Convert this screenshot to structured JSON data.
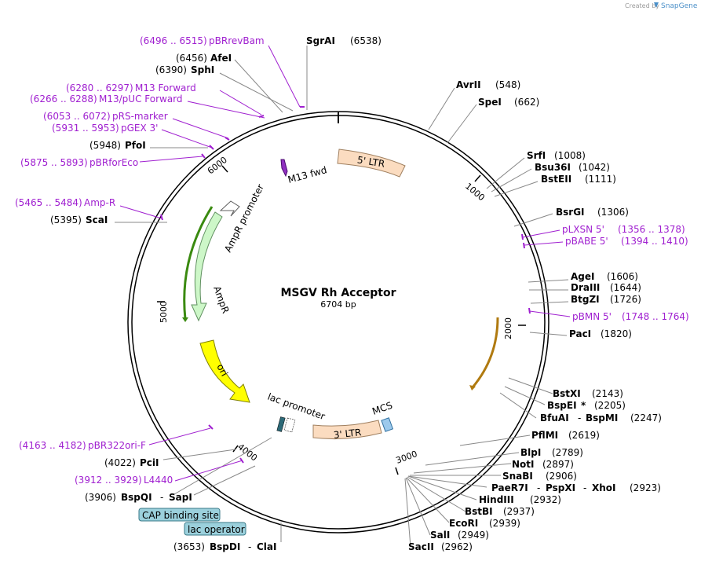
{
  "header": {
    "created_by": "Created by",
    "brand": "SnapGene"
  },
  "map": {
    "title": "MSGV Rh Acceptor",
    "length": "6704 bp"
  },
  "ticks": [
    "1000",
    "2000",
    "3000",
    "4000",
    "5000",
    "6000"
  ],
  "features": {
    "ltr5": "5' LTR",
    "ltr3": "3' LTR",
    "m13fwd": "M13 fwd",
    "ampr_promoter": "AmpR promoter",
    "ampr": "AmpR",
    "ori": "ori",
    "lac_promoter": "lac promoter",
    "mcs": "MCS",
    "cap_site": "CAP binding site",
    "lac_operator": "lac operator"
  },
  "sites": {
    "sgrai": "SgrAI",
    "sgrai_pos": "(6538)",
    "afei": "AfeI",
    "afei_pos": "(6456)",
    "sphi": "SphI",
    "sphi_pos": "(6390)",
    "pfoi": "PfoI",
    "pfoi_pos": "(5948)",
    "scai": "ScaI",
    "scai_pos": "(5395)",
    "pcii": "PciI",
    "pcii_pos": "(4022)",
    "bspqi": "BspQI",
    "bspqi_pos": "(3906)",
    "sapi": "SapI",
    "bspdi": "BspDI",
    "bspdi_pos": "(3653)",
    "clai": "ClaI",
    "avrii": "AvrII",
    "avrii_pos": "(548)",
    "spei": "SpeI",
    "spei_pos": "(662)",
    "srfi": "SrfI",
    "srfi_pos": "(1008)",
    "bsu36i": "Bsu36I",
    "bsu36i_pos": "(1042)",
    "bsteii": "BstEII",
    "bsteii_pos": "(1111)",
    "bsrgi": "BsrGI",
    "bsrgi_pos": "(1306)",
    "agei": "AgeI",
    "agei_pos": "(1606)",
    "draiii": "DraIII",
    "draiii_pos": "(1644)",
    "btgzi": "BtgZI",
    "btgzi_pos": "(1726)",
    "paci": "PacI",
    "paci_pos": "(1820)",
    "bstxi": "BstXI",
    "bstxi_pos": "(2143)",
    "bspei": "BspEI",
    "bspei_star": "*",
    "bspei_pos": "(2205)",
    "bfuai": "BfuAI",
    "bspmi": "BspMI",
    "bfuai_pos": "(2247)",
    "pflmi": "PflMI",
    "pflmi_pos": "(2619)",
    "blpi": "BlpI",
    "blpi_pos": "(2789)",
    "noti": "NotI",
    "noti_pos": "(2897)",
    "snabi": "SnaBI",
    "snabi_pos": "(2906)",
    "paer7i": "PaeR7I",
    "pspxi": "PspXI",
    "xhoi": "XhoI",
    "paer7i_pos": "(2923)",
    "hindiii": "HindIII",
    "hindiii_pos": "(2932)",
    "bstbi": "BstBI",
    "bstbi_pos": "(2937)",
    "ecori": "EcoRI",
    "ecori_pos": "(2939)",
    "sali": "SalI",
    "sali_pos": "(2949)",
    "sacii": "SacII",
    "sacii_pos": "(2962)",
    "dash": "-"
  },
  "primers": {
    "pbrrevbam_range": "(6496 .. 6515)",
    "pbrrevbam": "pBRrevBam",
    "m13fwd_range": "(6280 .. 6297)",
    "m13fwd": "M13 Forward",
    "m13puc_range": "(6266 .. 6288)",
    "m13puc": "M13/pUC Forward",
    "prs_range": "(6053 .. 6072)",
    "prs": "pRS-marker",
    "pgex_range": "(5931 .. 5953)",
    "pgex": "pGEX 3'",
    "pbrfor_range": "(5875 .. 5893)",
    "pbrfor": "pBRforEco",
    "ampr_range": "(5465 .. 5484)",
    "ampr": "Amp-R",
    "pbr322_range": "(4163 .. 4182)",
    "pbr322": "pBR322ori-F",
    "l4440_range": "(3912 .. 3929)",
    "l4440": "L4440",
    "plxsn": "pLXSN 5'",
    "plxsn_range": "(1356 .. 1378)",
    "pbabe": "pBABE 5'",
    "pbabe_range": "(1394 .. 1410)",
    "pbmn": "pBMN 5'",
    "pbmn_range": "(1748 .. 1764)"
  },
  "colors": {
    "ltr": "#fbdcc0",
    "ampr": "#cdf7c8",
    "ori": "#ffff00",
    "lac_box": "#9bd0dc",
    "primer": "#a020d0",
    "mcs": "#9cc9ec"
  }
}
